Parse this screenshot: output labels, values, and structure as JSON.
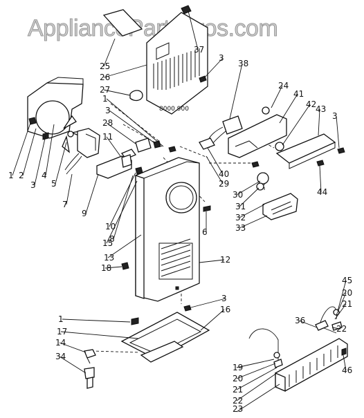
{
  "watermark": "AppliancePartsPros.com",
  "plate_text": "8000 900",
  "labels": [
    "1",
    "2",
    "3",
    "4",
    "5",
    "7",
    "9",
    "11",
    "10",
    "8",
    "15",
    "13",
    "18",
    "28",
    "3",
    "1",
    "25",
    "26",
    "27",
    "37",
    "3",
    "38",
    "24",
    "41",
    "42",
    "43",
    "3",
    "40",
    "29",
    "30",
    "31",
    "32",
    "33",
    "44",
    "6",
    "12",
    "3",
    "16",
    "1",
    "17",
    "14",
    "34",
    "45",
    "20",
    "21",
    "36",
    "22",
    "19",
    "20",
    "21",
    "22",
    "23",
    "46"
  ]
}
